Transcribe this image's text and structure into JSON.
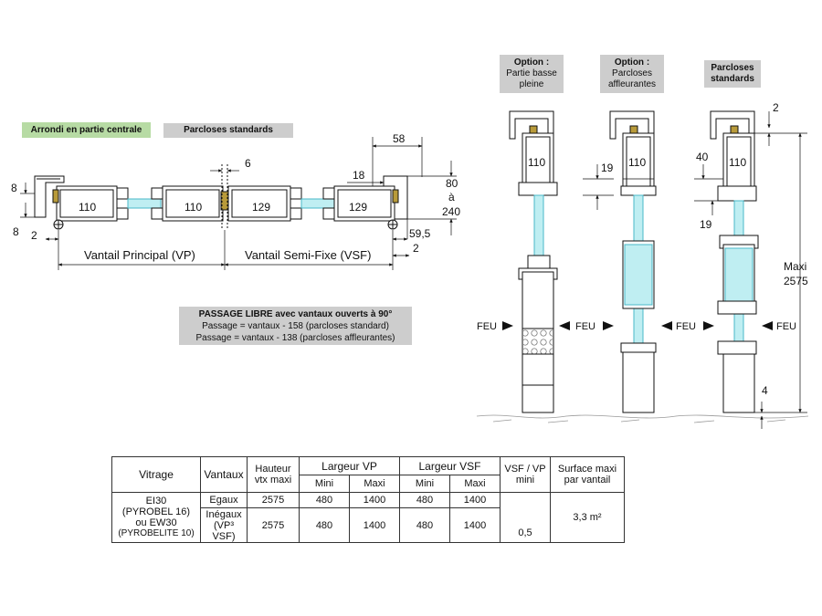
{
  "tags": {
    "arrondi": "Arrondi en partie centrale",
    "parcloses_plan": "Parcloses standards",
    "option_basse": [
      "Option :",
      "Partie basse",
      "pleine"
    ],
    "option_affleurantes": [
      "Option :",
      "Parcloses",
      "affleurantes"
    ],
    "parcloses_coupe": [
      "Parcloses",
      "standards"
    ]
  },
  "plan_dims": {
    "d8_top": "8",
    "d8_bottom": "8",
    "d2_left": "2",
    "d6": "6",
    "d58": "58",
    "d18": "18",
    "d80": "80",
    "d_a": "à",
    "d240": "240",
    "d59_5": "59,5",
    "d2_right": "2",
    "leaf_vp_1": "110",
    "leaf_vp_2": "110",
    "leaf_vsf_1": "129",
    "leaf_vsf_2": "129",
    "vp_label": "Vantail Principal (VP)",
    "vsf_label": "Vantail Semi-Fixe (VSF)"
  },
  "passage": {
    "title": "PASSAGE LIBRE avec vantaux ouverts à 90°",
    "line1": "Passage = vantaux - 158 (parcloses standard)",
    "line2": "Passage = vantaux - 138 (parcloses affleurantes)"
  },
  "section_dims": {
    "s1_19": "19",
    "s1_110": "110",
    "s2_110": "110",
    "s3_2": "2",
    "s3_40": "40",
    "s3_110": "110",
    "s3_19": "19",
    "maxi": "Maxi",
    "maxi_value": "2575",
    "bottom_4": "4",
    "feu": "FEU"
  },
  "table": {
    "h_vitrage": "Vitrage",
    "h_vantaux": "Vantaux",
    "h_hauteur": [
      "Hauteur",
      "vtx maxi"
    ],
    "h_largeur_vp": "Largeur VP",
    "h_largeur_vsf": "Largeur VSF",
    "h_ratio": [
      "VSF / VP",
      "mini"
    ],
    "h_surface": [
      "Surface maxi",
      "par vantail"
    ],
    "h_mini": "Mini",
    "h_maxi": "Maxi",
    "vitrage": [
      "EI30",
      "(PYROBEL 16)",
      "ou EW30",
      "(PYROBELITE 10)"
    ],
    "rows": [
      {
        "vantaux": [
          "Egaux"
        ],
        "hauteur": "2575",
        "vp_mini": "480",
        "vp_maxi": "1400",
        "vsf_mini": "480",
        "vsf_maxi": "1400"
      },
      {
        "vantaux": [
          "Inégaux",
          "(VP³ VSF)"
        ],
        "hauteur": "2575",
        "vp_mini": "480",
        "vp_maxi": "1400",
        "vsf_mini": "480",
        "vsf_maxi": "1400"
      }
    ],
    "ratio_value": "0,5",
    "surface_value": "3,3 m²"
  },
  "colors": {
    "glass": "#bfeef2",
    "glass_line": "#48b8c8",
    "hinge": "#b89a3a",
    "tag_green": "#b7dba4",
    "tag_grey": "#cdcdcd"
  }
}
